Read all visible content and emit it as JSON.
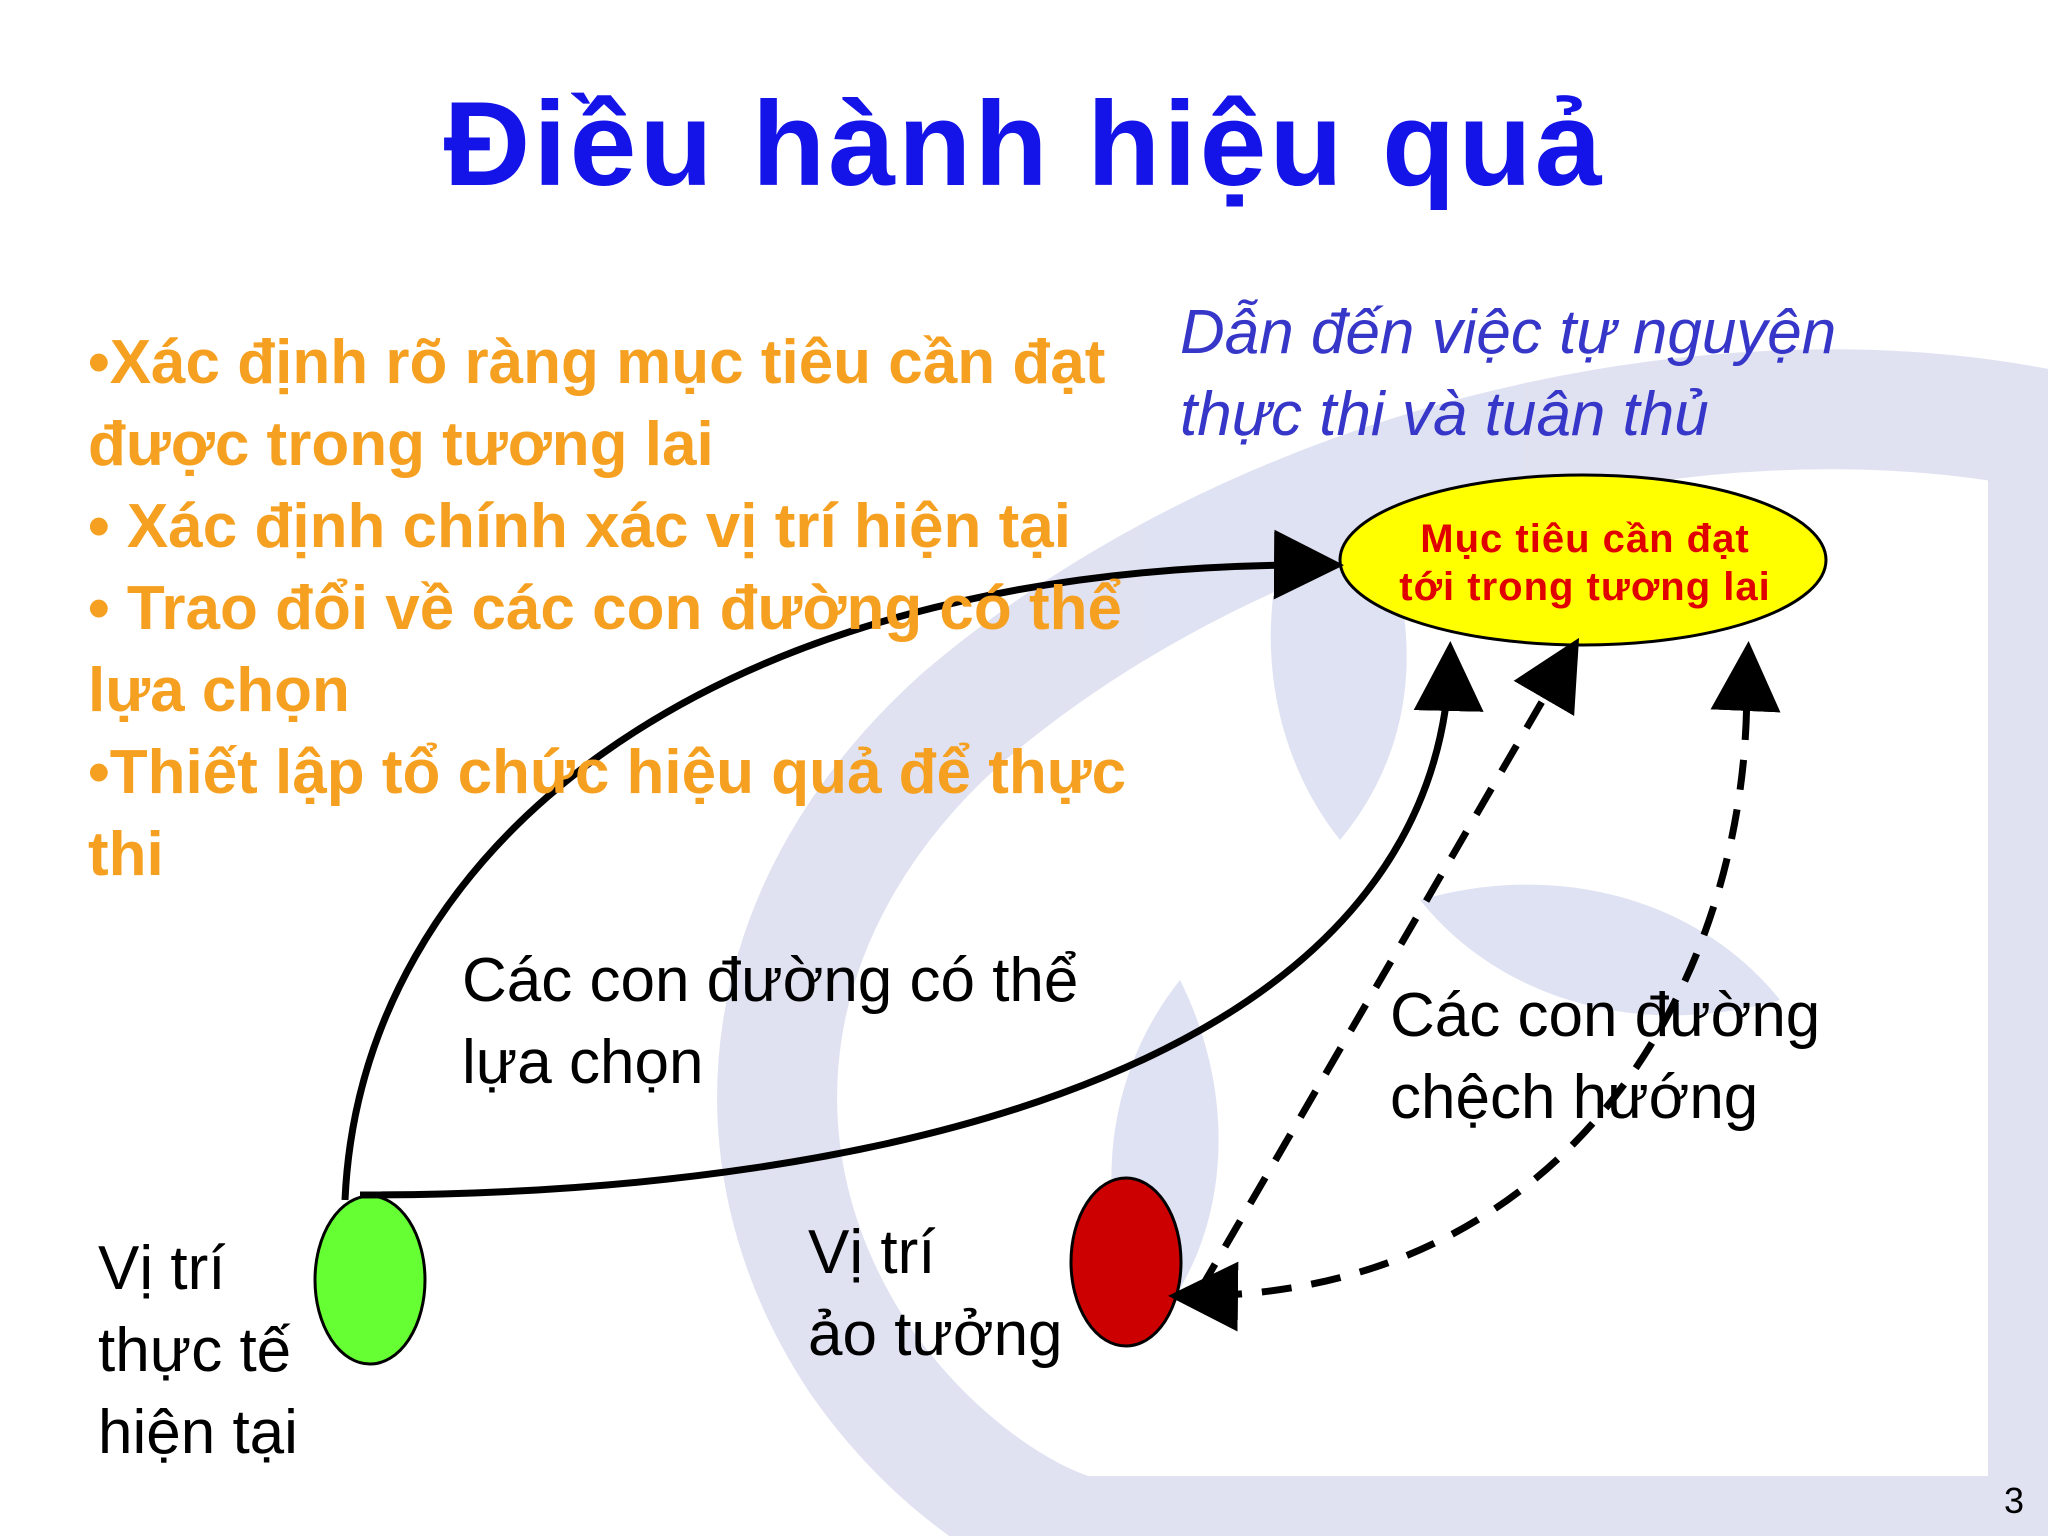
{
  "title": "Điều hành hiệu quả",
  "bullets": [
    "•Xác định rõ ràng mục tiêu cần đạt được trong tương lai",
    "• Xác định chính xác vị trí hiện tại",
    "• Trao đổi về các con đường có thể lựa chọn",
    "•Thiết lập tổ chức hiệu quả để thực thi"
  ],
  "note_lines": [
    "Dẫn đến việc tự nguyện",
    "thực thi và tuân thủ"
  ],
  "goal_lines": [
    "Mục tiêu cần đạt",
    "tới trong tương lai"
  ],
  "labels": {
    "paths_lines": [
      "Các con đường có thể",
      "lựa chọn"
    ],
    "deviate_lines": [
      "Các con đường",
      "chệch hướng"
    ],
    "current_lines": [
      "Vị trí",
      "thực tế",
      "hiện tại"
    ],
    "illusion_lines": [
      "Vị trí",
      "ảo tưởng"
    ]
  },
  "page_number": "3",
  "colors": {
    "title": "#1414e8",
    "bullets": "#f5a020",
    "note": "#3636c8",
    "goal_fill": "#ffff00",
    "goal_text": "#e00000",
    "current_fill": "#66ff33",
    "illusion_fill": "#cc0000",
    "watermark": "#d8dcf0"
  }
}
